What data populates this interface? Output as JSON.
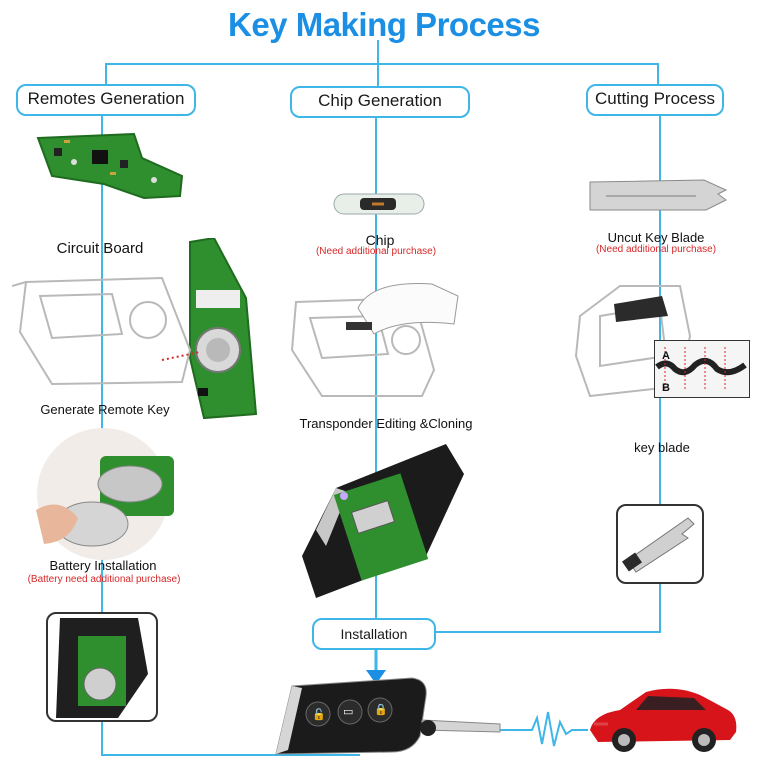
{
  "title": "Key Making Process",
  "columns": {
    "remotes": {
      "label": "Remotes Generation"
    },
    "chip": {
      "label": "Chip Generation"
    },
    "cutting": {
      "label": "Cutting Process"
    }
  },
  "remotes_steps": {
    "circuit_board": "Circuit Board",
    "generate_remote_key": "Generate Remote Key",
    "battery_installation": "Battery Installation",
    "battery_note": "(Battery need additional purchase)"
  },
  "chip_steps": {
    "chip": "Chip",
    "chip_note": "(Need additional purchase)",
    "transponder": "Transponder Editing &Cloning"
  },
  "cutting_steps": {
    "uncut_blade": "Uncut Key  Blade",
    "blade_note": "(Need additional purchase)",
    "key_blade": "key blade",
    "marker_a": "A",
    "marker_b": "B"
  },
  "installation": "Installation",
  "colors": {
    "accent": "#1a8fe3",
    "line": "#3fb6e8",
    "note": "#d62828",
    "pcb": "#2f8f2f",
    "car": "#d8141b"
  }
}
